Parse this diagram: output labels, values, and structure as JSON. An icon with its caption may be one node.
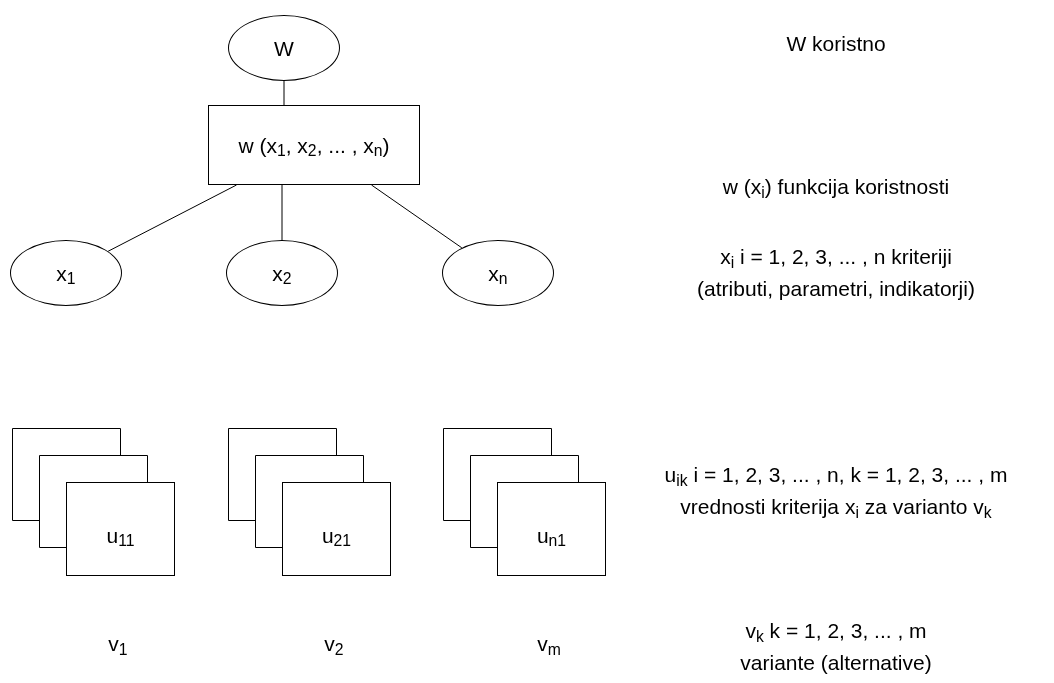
{
  "diagram": {
    "nodes": [
      {
        "text": [
          "W"
        ]
      },
      {
        "text": [
          "w (x$_{1}$, x$_{2}$, ... , x$_{n}$)"
        ]
      },
      {
        "text": [
          "x$_{1}$"
        ]
      },
      {
        "text": [
          "x$_{2}$"
        ]
      },
      {
        "text": [
          "x$_{n}$"
        ]
      },
      {
        "text": [
          "u$_{11}$"
        ]
      },
      {
        "text": [
          "u$_{21}$"
        ]
      },
      {
        "text": [
          "u$_{n1}$"
        ]
      }
    ],
    "edges": [
      {
        "from": 0,
        "to": 1,
        "arrow": "none"
      },
      {
        "from": 1,
        "to": 2,
        "arrow": "none"
      },
      {
        "from": 1,
        "to": 3,
        "arrow": "none"
      },
      {
        "from": 1,
        "to": 4,
        "arrow": "none"
      }
    ],
    "labels": [
      "W koristno",
      "w (x$_{i}$) funkcija koristnosti",
      "x$_{i}$ i = 1, 2, 3, ... , n kriteriji",
      "(atributi, parametri, indikatorji)",
      "u$_{ik}$ i = 1, 2, 3, ... , n, k = 1, 2, 3, ... , m",
      "vrednosti kriterija x$_{i}$ za varianto v$_{k}$",
      "v$_{1}$",
      "v$_{2}$",
      "v$_{m}$",
      "v$_{k}$ k = 1, 2, 3, ... , m",
      "variante (alternative)"
    ]
  }
}
